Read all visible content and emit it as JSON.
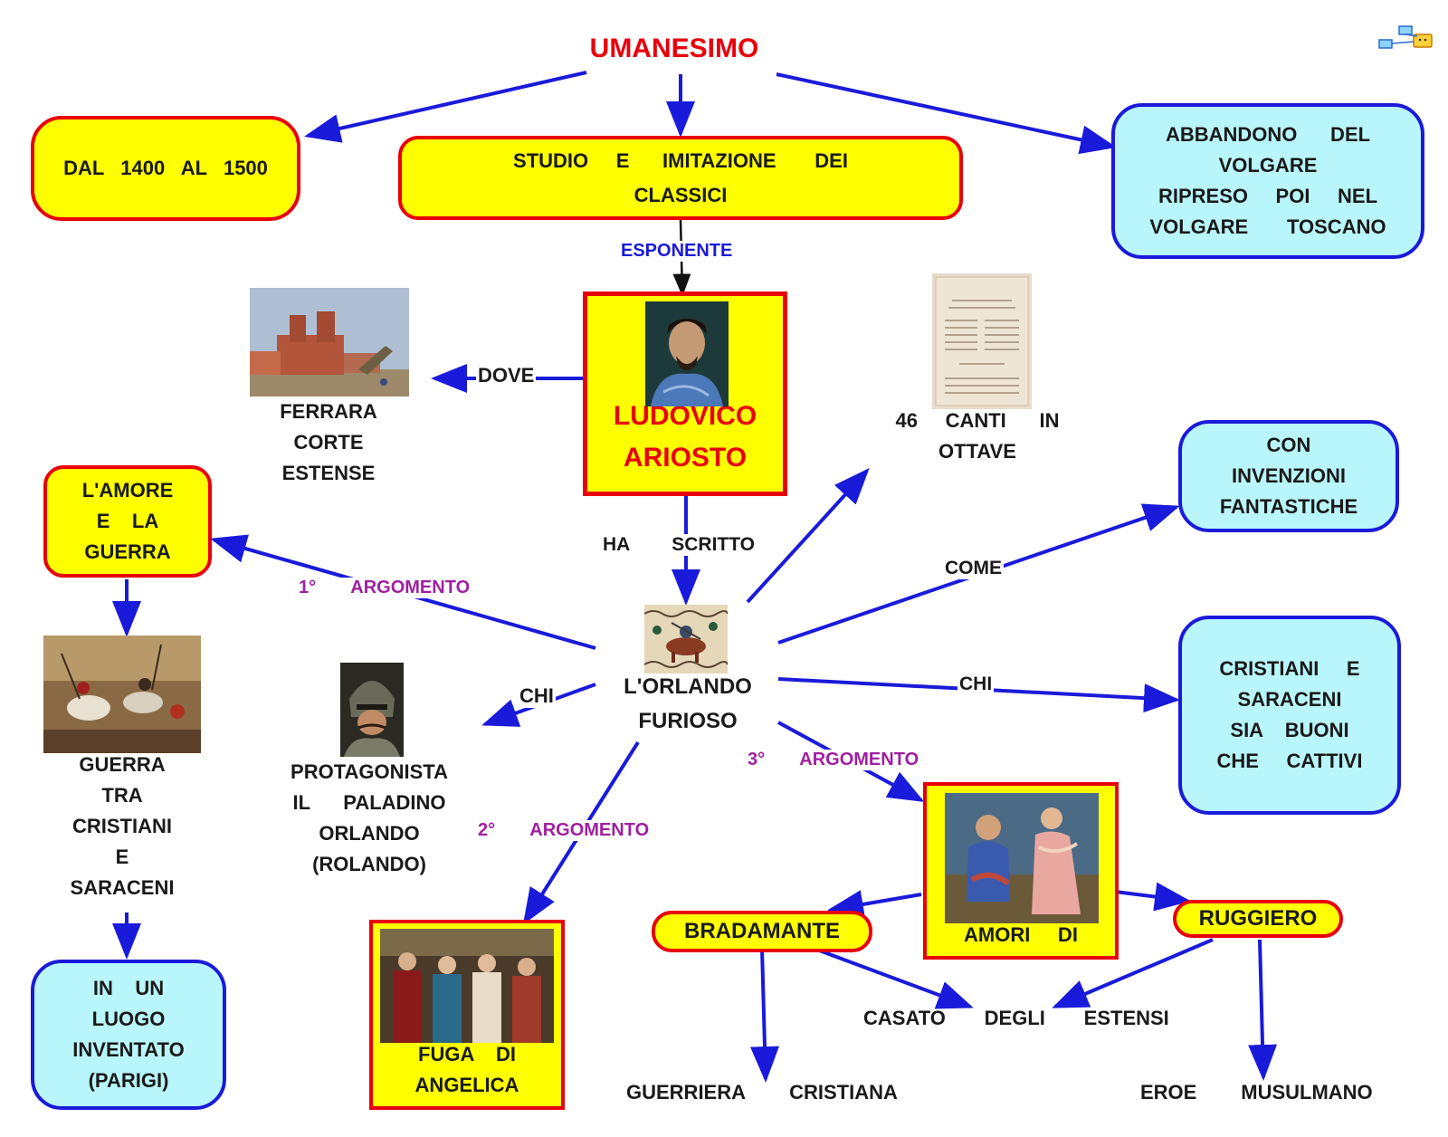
{
  "title": "UMANESIMO",
  "nodes": {
    "period": "DAL   1400   AL   1500",
    "studio": [
      "STUDIO     E      IMITAZIONE       DEI",
      "CLASSICI"
    ],
    "volgare": [
      "ABBANDONO      DEL",
      "VOLGARE",
      "RIPRESO     POI     NEL",
      "VOLGARE       TOSCANO"
    ],
    "ariosto": [
      "LUDOVICO",
      "ARIOSTO"
    ],
    "ferrara": [
      "FERRARA",
      "CORTE",
      "ESTENSE"
    ],
    "canti": [
      "46     CANTI      IN",
      "OTTAVE"
    ],
    "invenzioni": [
      "CON",
      "INVENZIONI",
      "FANTASTICHE"
    ],
    "amore": [
      "L'AMORE",
      "E    LA",
      "GUERRA"
    ],
    "orlando": [
      "L'ORLANDO",
      "FURIOSO"
    ],
    "cristiani": [
      "CRISTIANI     E",
      "SARACENI",
      "SIA    BUONI",
      "CHE     CATTIVI"
    ],
    "guerra": [
      "GUERRA",
      "TRA",
      "CRISTIANI",
      "E",
      "SARACENI"
    ],
    "protagonista": [
      "PROTAGONISTA",
      "IL      PALADINO",
      "ORLANDO",
      "(ROLANDO)"
    ],
    "luogo": [
      "IN    UN",
      "LUOGO",
      "INVENTATO",
      "(PARIGI)"
    ],
    "fuga": [
      "FUGA    DI",
      "ANGELICA"
    ],
    "amori": "AMORI     DI",
    "bradamante": "BRADAMANTE",
    "ruggiero": "RUGGIERO",
    "casato": "CASATO       DEGLI       ESTENSI",
    "guerriera": "GUERRIERA        CRISTIANA",
    "eroe": "EROE        MUSULMANO"
  },
  "edge_labels": {
    "esponente": "ESPONENTE",
    "dove": "DOVE",
    "ha_scritto": "HA        SCRITTO",
    "arg1": "1°       ARGOMENTO",
    "arg2": "2°       ARGOMENTO",
    "arg3": "3°       ARGOMENTO",
    "come": "COME",
    "chi_left": "CHI",
    "chi_right": "CHI"
  },
  "colors": {
    "title": "#e8000b",
    "yellow_fill": "#ffff00",
    "red_border": "#e8000b",
    "cyan_fill": "#b9f6fb",
    "blue": "#1a1adb",
    "purple": "#a020a0"
  }
}
